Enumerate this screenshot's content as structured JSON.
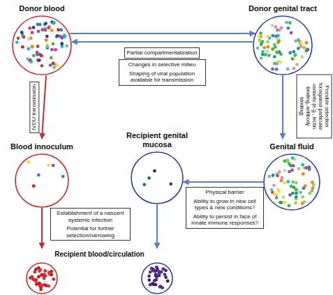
{
  "diagram": {
    "nodes": [
      {
        "text": [
          "Donor blood"
        ]
      },
      {
        "text": [
          "Donor genital tract"
        ]
      },
      {
        "text": [
          "Partial compartmentalization"
        ]
      },
      {
        "text": [
          "Changes in selective milieu",
          "Shaping of viral population available for transmission"
        ]
      },
      {
        "text": [
          "Possible selection for/against particular variants (e.g., lectin binding, antibody binding)"
        ]
      },
      {
        "text": [
          "Blood innoculum"
        ]
      },
      {
        "text": [
          "Recipient genital mucosa"
        ]
      },
      {
        "text": [
          "Genital fluid"
        ]
      },
      {
        "text": [
          "Physical barrier",
          "Ability to grow in new cell types & new conditions?",
          "Ability to persist in face of innate immune responses?"
        ]
      },
      {
        "text": [
          "Establishment of a nascent systemic infection",
          "Potential for further selection/narrowing"
        ]
      },
      {
        "text": [
          "Recipient blood/circulation"
        ]
      }
    ],
    "edges": [
      {
        "from": 0,
        "to": 1,
        "arrow": "to"
      },
      {
        "from": 1,
        "to": 0,
        "arrow": "to"
      },
      {
        "from": 0,
        "to": 5,
        "arrow": "to",
        "label": "IVDU transmission"
      },
      {
        "from": 1,
        "to": 7,
        "arrow": "to"
      },
      {
        "from": 7,
        "to": 6,
        "arrow": "to"
      },
      {
        "from": 5,
        "to": 10,
        "arrow": "to"
      },
      {
        "from": 6,
        "to": 10,
        "arrow": "to"
      }
    ]
  }
}
